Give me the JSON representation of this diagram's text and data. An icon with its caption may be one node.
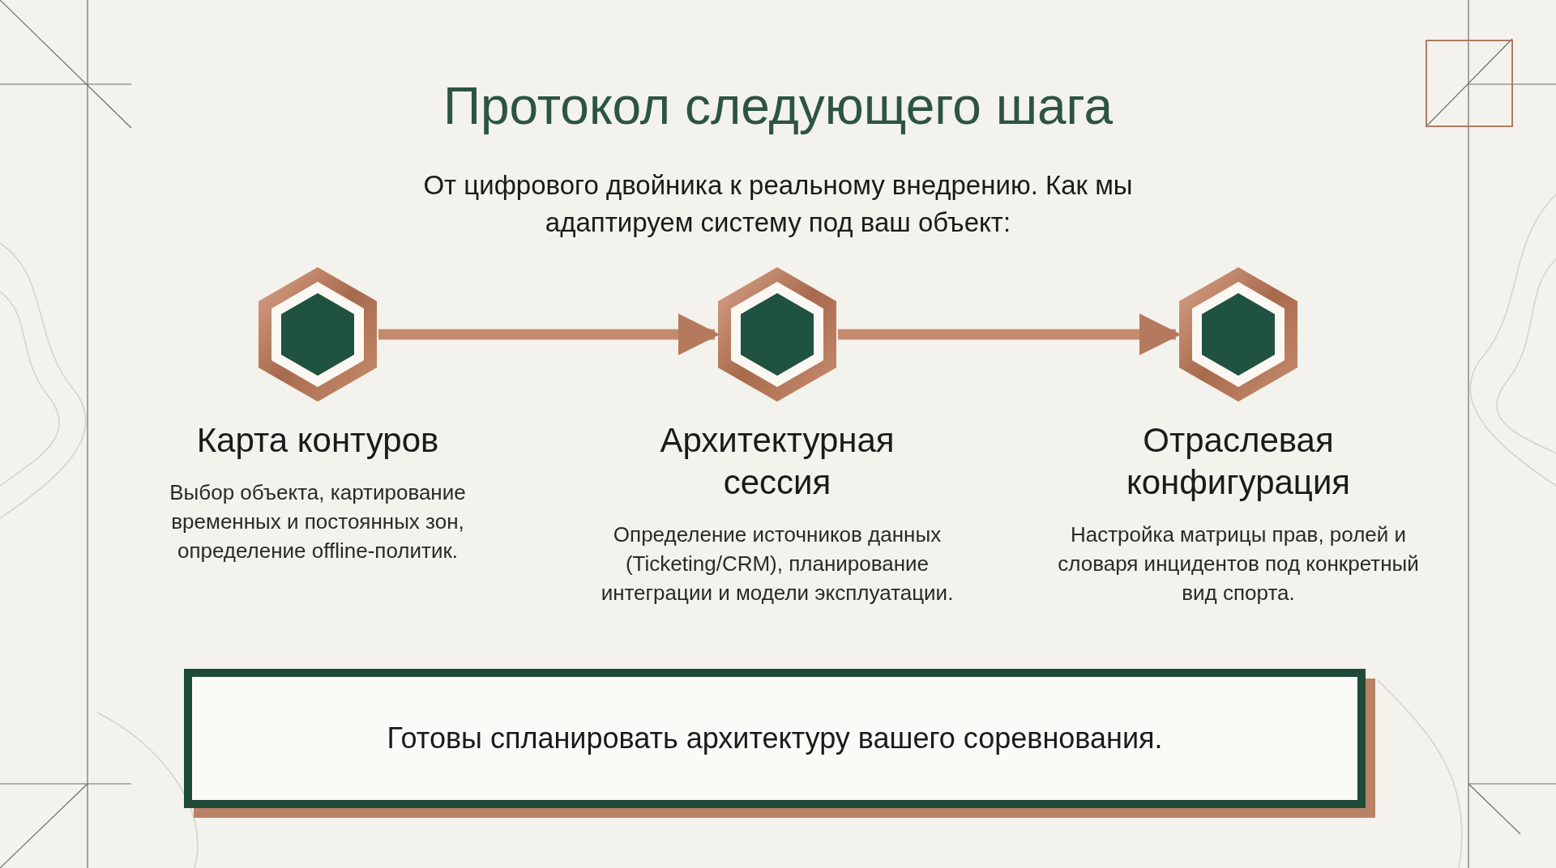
{
  "diagram": {
    "title": "Протокол следующего шага",
    "labels": [
      "От цифрового двойника к реальному внедрению. Как мы адаптируем систему под ваш объект:"
    ],
    "nodes": [
      {
        "text": [],
        "shape": "hexagon",
        "beside": [
          "Карта контуров",
          "Выбор объекта, картирование временных и постоянных зон, определение offline-политик."
        ]
      },
      {
        "text": [],
        "shape": "hexagon",
        "beside": [
          "Архитектурная сессия",
          "Определение источников данных (Ticketing/CRM), планирование интеграции и модели эксплуатации."
        ]
      },
      {
        "text": [],
        "shape": "hexagon",
        "beside": [
          "Отраслевая конфигурация",
          "Настройка матрицы прав, ролей и словаря инцидентов под конкретный вид спорта."
        ]
      },
      {
        "text": [
          "Готовы спланировать архитектуру вашего соревнования."
        ]
      }
    ],
    "edges": [
      {
        "from": 0,
        "to": 1,
        "arrow": "to"
      },
      {
        "from": 1,
        "to": 2,
        "arrow": "to"
      }
    ]
  }
}
